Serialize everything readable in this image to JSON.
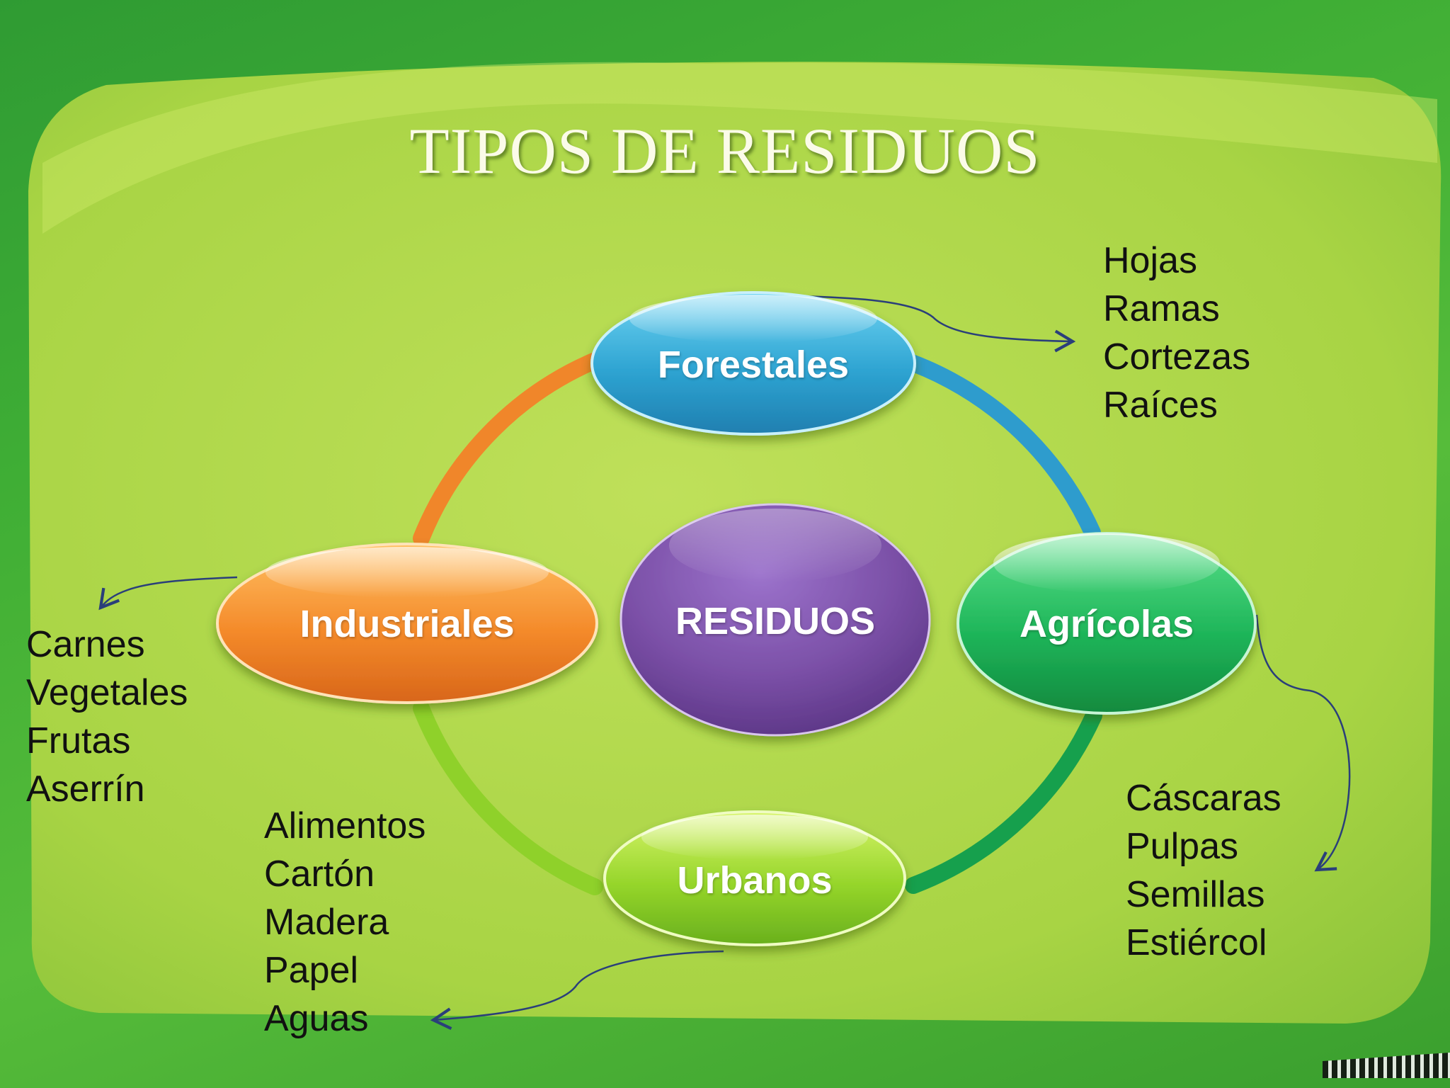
{
  "title": "TIPOS DE RESIDUOS",
  "center": {
    "label": "RESIDUOS"
  },
  "nodes": [
    {
      "id": "forestales",
      "label": "Forestales",
      "color": "#2a9fcf",
      "items": [
        "Hojas",
        "Ramas",
        "Cortezas",
        "Raíces"
      ]
    },
    {
      "id": "agricolas",
      "label": "Agrícolas",
      "color": "#1fb65a",
      "items": [
        "Cáscaras",
        "Pulpas",
        "Semillas",
        "Estiércol"
      ]
    },
    {
      "id": "urbanos",
      "label": "Urbanos",
      "color": "#8fd12a",
      "items": [
        "Alimentos",
        "Cartón",
        "Madera",
        "Papel",
        "Aguas"
      ]
    },
    {
      "id": "industriales",
      "label": "Industriales",
      "color": "#f08a2a",
      "items": [
        "Carnes",
        "Vegetales",
        "Frutas",
        "Aserrín"
      ]
    }
  ],
  "colors": {
    "background": "#3fae35",
    "panel": "#b6d94e",
    "center": "#7a4fa6",
    "arrow": "#2a3f7a"
  }
}
